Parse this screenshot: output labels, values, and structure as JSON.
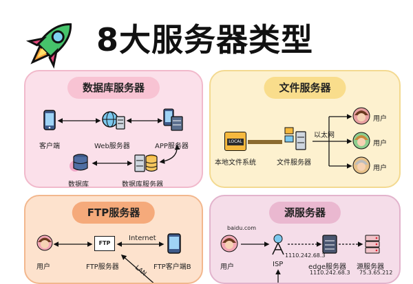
{
  "title": "8大服务器类型",
  "colors": {
    "db_panel": "#fbe0ea",
    "file_panel": "#fdf1cf",
    "ftp_panel": "#fde2cd",
    "origin_panel": "#f5dde9"
  },
  "panels": {
    "database": {
      "title": "数据库服务器",
      "nodes": {
        "client": "客户端",
        "web": "Web服务器",
        "app": "APP服务器",
        "db": "数据库",
        "dbserver": "数据库服务器"
      }
    },
    "file": {
      "title": "文件服务器",
      "nodes": {
        "local_box": "LOCAL",
        "local": "本地文件系统",
        "fileserver": "文件服务器",
        "ethernet": "以太网",
        "user1": "用户",
        "user2": "用户",
        "user3": "用户"
      }
    },
    "ftp": {
      "title": "FTP服务器",
      "nodes": {
        "user": "用户",
        "ftp_box": "FTP",
        "ftpserver": "FTP服务器",
        "internet": "Internet",
        "clientB": "FTP客户端B",
        "lan": "LAN"
      }
    },
    "origin": {
      "title": "源服务器",
      "nodes": {
        "domain": "baidu.com",
        "user": "用户",
        "isp": "ISP",
        "ip1": "1110.242.68.3",
        "edge": "edge服务器",
        "edge_ip": "1110.242.68.3",
        "origin": "源服务器",
        "origin_ip": "75.3.65.212"
      }
    }
  }
}
